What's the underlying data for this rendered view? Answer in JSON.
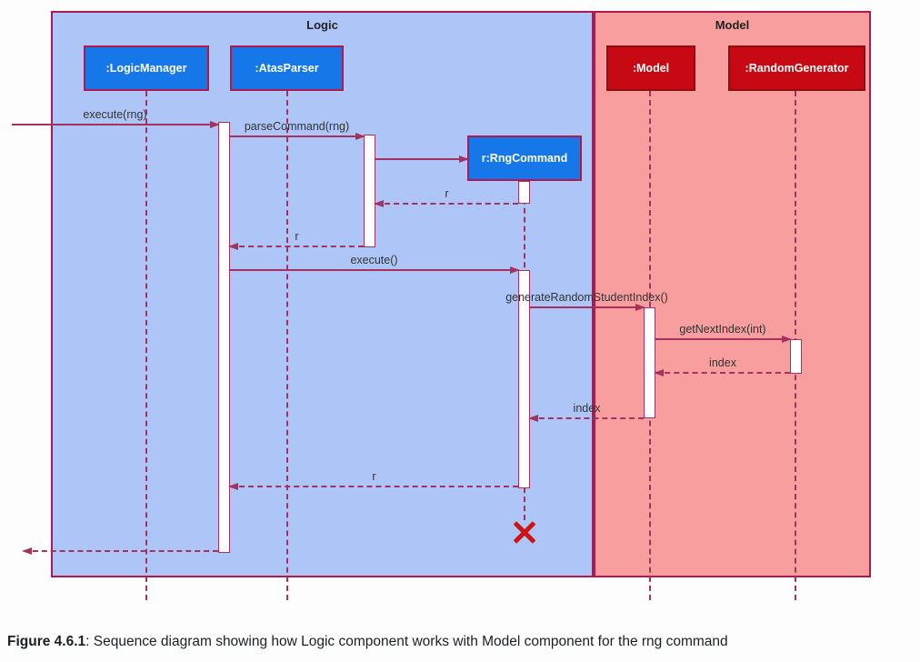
{
  "diagram": {
    "frames": [
      {
        "label": "Logic"
      },
      {
        "label": "Model"
      }
    ],
    "participants": [
      {
        "label": ":LogicManager"
      },
      {
        "label": ":AtasParser"
      },
      {
        "label": "r:RngCommand"
      },
      {
        "label": ":Model"
      },
      {
        "label": ":RandomGenerator"
      }
    ],
    "messages": [
      {
        "label": "execute(rng)",
        "type": "sync"
      },
      {
        "label": "parseCommand(rng)",
        "type": "sync"
      },
      {
        "label": "",
        "type": "create"
      },
      {
        "label": "r",
        "type": "return"
      },
      {
        "label": "r",
        "type": "return"
      },
      {
        "label": "execute()",
        "type": "sync"
      },
      {
        "label": "generateRandomStudentIndex()",
        "type": "sync"
      },
      {
        "label": "getNextIndex(int)",
        "type": "sync"
      },
      {
        "label": "index",
        "type": "return"
      },
      {
        "label": "index",
        "type": "return"
      },
      {
        "label": "r",
        "type": "return"
      },
      {
        "label": "",
        "type": "return"
      }
    ],
    "destroy_marker": "X"
  },
  "colors": {
    "logic_frame_fill": "#adc6f7",
    "model_frame_fill": "#f89e9e",
    "frame_border": "#b2174e",
    "blue_box_fill": "#1677e8",
    "red_box_fill": "#c70913",
    "red_box_border": "#8c0d12",
    "arrow": "#a5325e",
    "destroy_x": "#cc1414"
  },
  "caption": {
    "figure_label": "Figure 4.6.1",
    "text": ": Sequence diagram showing how Logic component works with Model component for the rng command"
  }
}
